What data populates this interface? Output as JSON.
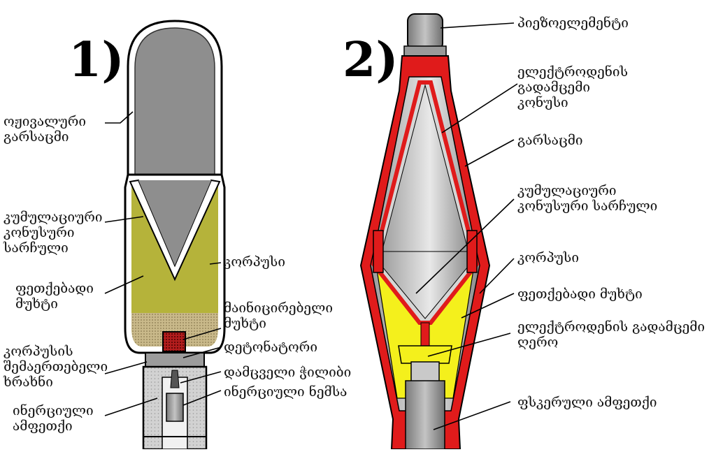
{
  "figure1": {
    "number": "1)",
    "labels": {
      "ogive": [
        "ოჟივალური",
        "გარსაცმი"
      ],
      "cone_left": [
        "კუმულაციური",
        "კონუსური",
        "სარჩული"
      ],
      "body_left": "კორპუსი",
      "charge_left": [
        "ფეთქებადი",
        "მუხტი"
      ],
      "booster": [
        "მაინიცირებელი",
        "მუხტი"
      ],
      "detonator": "დეტონატორი",
      "joint_ring": [
        "კორპუსის",
        "შემაერთებელი",
        "ხრახნი"
      ],
      "safety_pin": "დამცველი ჭილიბი",
      "inertial_plunger": "ინერციული ნემსა",
      "inertial_fuze": [
        "ინერციული",
        "ამფეთქი"
      ]
    }
  },
  "figure2": {
    "number": "2)",
    "labels": {
      "piezo": "პიეზოელემენტი",
      "cone_electrode": [
        "ელექტროდენის",
        "გადამცემი",
        "კონუსი"
      ],
      "sheath": "გარსაცმი",
      "cone_right": [
        "კუმულაციური",
        "კონუსური სარჩული"
      ],
      "body_right": "კორპუსი",
      "charge_right": "ფეთქებადი მუხტი",
      "rod": [
        "ელექტროდენის გადამცემი",
        "ღერო"
      ],
      "base_fuze": "ფსკერული ამფეთქი"
    }
  },
  "colors": {
    "olive": "#b5b33a",
    "grey": "#8e8e8e",
    "red": "#e01b1b",
    "yellow": "#f4f01c"
  }
}
